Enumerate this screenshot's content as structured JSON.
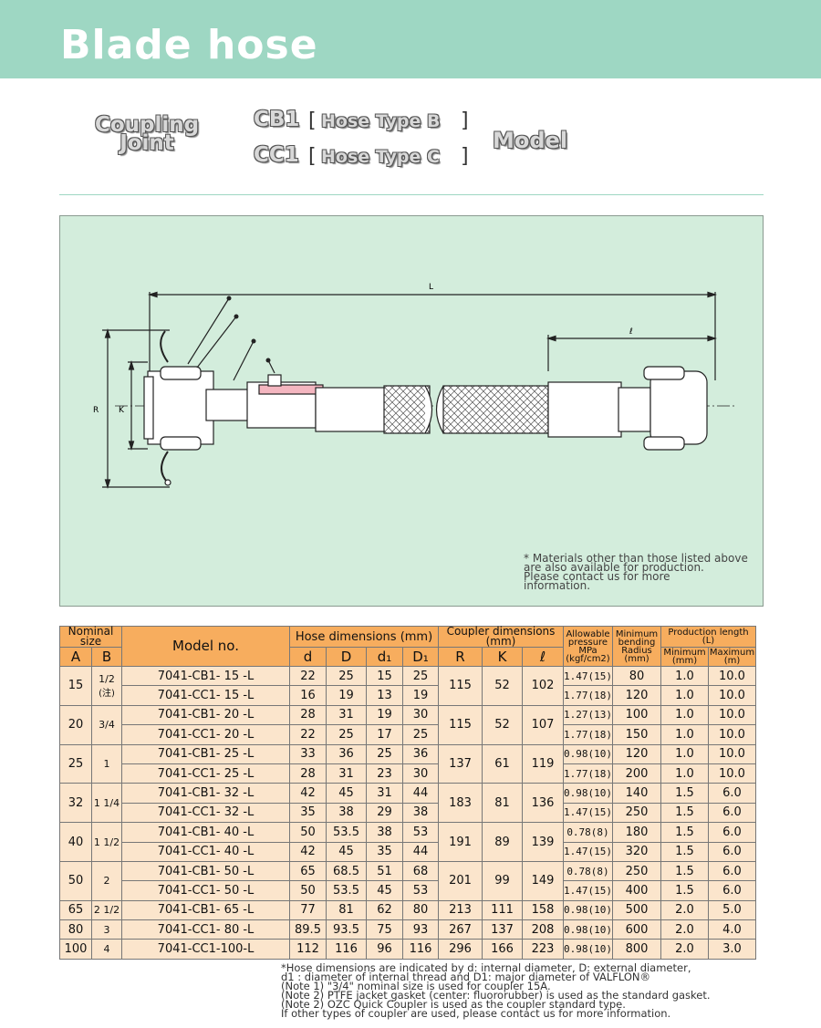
{
  "banner": {
    "title": "Blade hose"
  },
  "heading": {
    "coupling_line1": "Coupling",
    "coupling_line2": "Joint",
    "code_b": "CB1",
    "code_c": "CC1",
    "bracket_open": "[",
    "bracket_close": "]",
    "type_b": "Hose Type B",
    "type_c": "Hose Type C",
    "model": "Model"
  },
  "figure": {
    "label_L": "L",
    "label_l": "ℓ",
    "label_R": "R",
    "label_K": "K",
    "note": [
      "* Materials other than those listed above",
      "are also available for production.",
      "Please contact us for more",
      "information."
    ]
  },
  "table": {
    "headers": {
      "nominal": "Nominal size",
      "a": "A",
      "b": "B",
      "model": "Model no.",
      "hose_dims": "Hose dimensions (mm)",
      "d": "d",
      "D": "D",
      "d1": "d₁",
      "D1": "D₁",
      "coupler_dims": "Coupler dimensions (mm)",
      "R": "R",
      "K": "K",
      "l": "ℓ",
      "pressure": [
        "Allowable",
        "pressure",
        "MPa",
        "(kgf/cm2)"
      ],
      "bending": [
        "Minimum",
        "bending",
        "Radius",
        "(mm)"
      ],
      "production": [
        "Production length",
        "(L)"
      ],
      "prod_min": [
        "Minimum",
        "(mm)"
      ],
      "prod_max": [
        "Maximum",
        "(m)"
      ]
    },
    "groups": [
      {
        "a": "15",
        "b": "1/2",
        "b_note": "(注)",
        "R": "115",
        "K": "52",
        "l": "102",
        "rows": [
          {
            "model": "7041-CB1- 15 -L",
            "d": "22",
            "D": "25",
            "d1": "15",
            "D1": "25",
            "pressure": "1.47(15)",
            "bend": "80",
            "min": "1.0",
            "max": "10.0"
          },
          {
            "model": "7041-CC1- 15 -L",
            "d": "16",
            "D": "19",
            "d1": "13",
            "D1": "19",
            "pressure": "1.77(18)",
            "bend": "120",
            "min": "1.0",
            "max": "10.0"
          }
        ]
      },
      {
        "a": "20",
        "b": "3/4",
        "b_note": "",
        "R": "115",
        "K": "52",
        "l": "107",
        "rows": [
          {
            "model": "7041-CB1- 20 -L",
            "d": "28",
            "D": "31",
            "d1": "19",
            "D1": "30",
            "pressure": "1.27(13)",
            "bend": "100",
            "min": "1.0",
            "max": "10.0"
          },
          {
            "model": "7041-CC1- 20 -L",
            "d": "22",
            "D": "25",
            "d1": "17",
            "D1": "25",
            "pressure": "1.77(18)",
            "bend": "150",
            "min": "1.0",
            "max": "10.0"
          }
        ]
      },
      {
        "a": "25",
        "b": "1",
        "b_note": "",
        "R": "137",
        "K": "61",
        "l": "119",
        "rows": [
          {
            "model": "7041-CB1- 25 -L",
            "d": "33",
            "D": "36",
            "d1": "25",
            "D1": "36",
            "pressure": "0.98(10)",
            "bend": "120",
            "min": "1.0",
            "max": "10.0"
          },
          {
            "model": "7041-CC1- 25 -L",
            "d": "28",
            "D": "31",
            "d1": "23",
            "D1": "30",
            "pressure": "1.77(18)",
            "bend": "200",
            "min": "1.0",
            "max": "10.0"
          }
        ]
      },
      {
        "a": "32",
        "b": "1 1/4",
        "b_note": "",
        "R": "183",
        "K": "81",
        "l": "136",
        "rows": [
          {
            "model": "7041-CB1- 32 -L",
            "d": "42",
            "D": "45",
            "d1": "31",
            "D1": "44",
            "pressure": "0.98(10)",
            "bend": "140",
            "min": "1.5",
            "max": "6.0"
          },
          {
            "model": "7041-CC1- 32 -L",
            "d": "35",
            "D": "38",
            "d1": "29",
            "D1": "38",
            "pressure": "1.47(15)",
            "bend": "250",
            "min": "1.5",
            "max": "6.0"
          }
        ]
      },
      {
        "a": "40",
        "b": "1 1/2",
        "b_note": "",
        "R": "191",
        "K": "89",
        "l": "139",
        "rows": [
          {
            "model": "7041-CB1- 40 -L",
            "d": "50",
            "D": "53.5",
            "d1": "38",
            "D1": "53",
            "pressure": "0.78(8)",
            "bend": "180",
            "min": "1.5",
            "max": "6.0"
          },
          {
            "model": "7041-CC1- 40 -L",
            "d": "42",
            "D": "45",
            "d1": "35",
            "D1": "44",
            "pressure": "1.47(15)",
            "bend": "320",
            "min": "1.5",
            "max": "6.0"
          }
        ]
      },
      {
        "a": "50",
        "b": "2",
        "b_note": "",
        "R": "201",
        "K": "99",
        "l": "149",
        "rows": [
          {
            "model": "7041-CB1- 50 -L",
            "d": "65",
            "D": "68.5",
            "d1": "51",
            "D1": "68",
            "pressure": "0.78(8)",
            "bend": "250",
            "min": "1.5",
            "max": "6.0"
          },
          {
            "model": "7041-CC1- 50 -L",
            "d": "50",
            "D": "53.5",
            "d1": "45",
            "D1": "53",
            "pressure": "1.47(15)",
            "bend": "400",
            "min": "1.5",
            "max": "6.0"
          }
        ]
      }
    ],
    "singles": [
      {
        "a": "65",
        "b": "2 1/2",
        "model": "7041-CB1- 65 -L",
        "d": "77",
        "D": "81",
        "d1": "62",
        "D1": "80",
        "R": "213",
        "K": "111",
        "l": "158",
        "pressure": "0.98(10)",
        "bend": "500",
        "min": "2.0",
        "max": "5.0"
      },
      {
        "a": "80",
        "b": "3",
        "model": "7041-CC1- 80 -L",
        "d": "89.5",
        "D": "93.5",
        "d1": "75",
        "D1": "93",
        "R": "267",
        "K": "137",
        "l": "208",
        "pressure": "0.98(10)",
        "bend": "600",
        "min": "2.0",
        "max": "4.0"
      },
      {
        "a": "100",
        "b": "4",
        "model": "7041-CC1-100-L",
        "d": "112",
        "D": "116",
        "d1": "96",
        "D1": "116",
        "R": "296",
        "K": "166",
        "l": "223",
        "pressure": "0.98(10)",
        "bend": "800",
        "min": "2.0",
        "max": "3.0"
      }
    ]
  },
  "notes": [
    "*Hose dimensions are indicated by d: internal diameter, D: external diameter,",
    " d1 : diameter of internal thread and D1: major diameter of VALFLON®",
    "(Note 1) \"3/4\" nominal size is used for coupler 15A.",
    "(Note 2) PTFE jacket gasket (center: fluororubber) is used as the standard gasket.",
    "(Note 2) OZC Quick Coupler is used as the coupler standard type.",
    "If other types of coupler are used, please contact us for more information."
  ]
}
